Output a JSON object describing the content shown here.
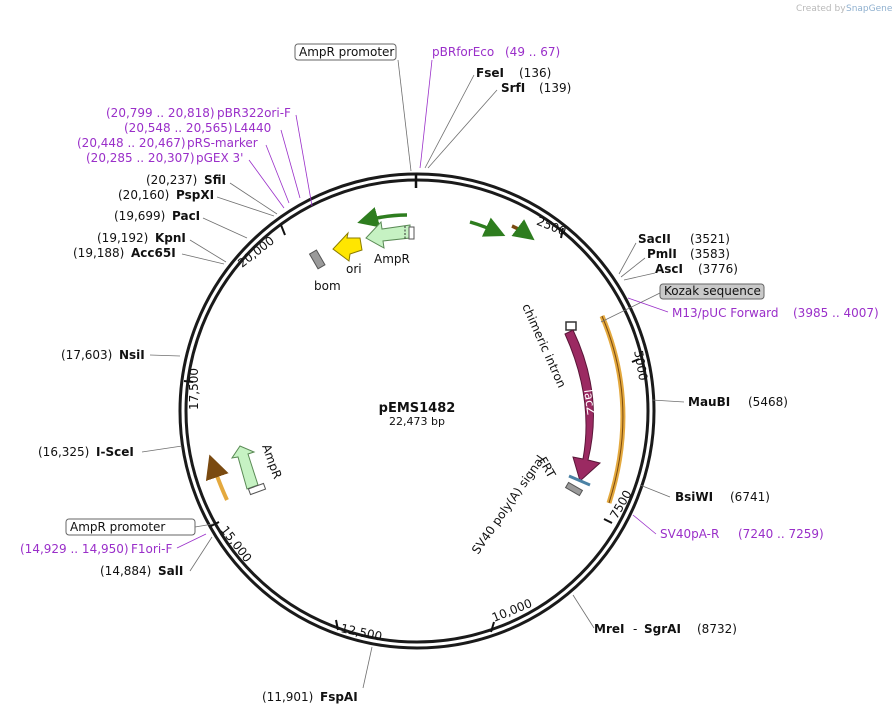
{
  "watermark": {
    "prefix": "Created by",
    "brand": "SnapGene"
  },
  "plasmid": {
    "name": "pEMS1482",
    "length": "22,473 bp"
  },
  "ticks": [
    "2500",
    "5000",
    "7500",
    "10,000",
    "12,500",
    "15,000",
    "17,500",
    "20,000"
  ],
  "sites": {
    "fsei": {
      "name": "FseI",
      "pos": "(136)"
    },
    "srfi": {
      "name": "SrfI",
      "pos": "(139)"
    },
    "sacii": {
      "name": "SacII",
      "pos": "(3521)"
    },
    "pmli": {
      "name": "PmlI",
      "pos": "(3583)"
    },
    "asci": {
      "name": "AscI",
      "pos": "(3776)"
    },
    "maubi": {
      "name": "MauBI",
      "pos": "(5468)"
    },
    "bsiwi": {
      "name": "BsiWI",
      "pos": "(6741)"
    },
    "mrei": {
      "name": "MreI",
      "sep": "-",
      "name2": "SgrAI",
      "pos": "(8732)"
    },
    "fspai": {
      "name": "FspAI",
      "pos": "(11,901)"
    },
    "sali": {
      "name": "SalI",
      "pos": "(14,884)"
    },
    "iscei": {
      "name": "I-SceI",
      "pos": "(16,325)"
    },
    "nsii": {
      "name": "NsiI",
      "pos": "(17,603)"
    },
    "acc65i": {
      "name": "Acc65I",
      "pos": "(19,188)"
    },
    "kpni": {
      "name": "KpnI",
      "pos": "(19,192)"
    },
    "paci": {
      "name": "PacI",
      "pos": "(19,699)"
    },
    "pspxi": {
      "name": "PspXI",
      "pos": "(20,160)"
    },
    "sfii": {
      "name": "SfiI",
      "pos": "(20,237)"
    }
  },
  "primers": {
    "pbrforeco": {
      "name": "pBRforEco",
      "pos": "(49 .. 67)"
    },
    "pbr322ori": {
      "name": "pBR322ori-F",
      "pos": "(20,799 .. 20,818)"
    },
    "l4440": {
      "name": "L4440",
      "pos": "(20,548 .. 20,565)"
    },
    "prsmarker": {
      "name": "pRS-marker",
      "pos": "(20,448 .. 20,467)"
    },
    "pgex3": {
      "name": "pGEX 3'",
      "pos": "(20,285 .. 20,307)"
    },
    "m13puc": {
      "name": "M13/pUC Forward",
      "pos": "(3985 .. 4007)"
    },
    "sv40par": {
      "name": "SV40pA-R",
      "pos": "(7240 .. 7259)"
    },
    "f1ori": {
      "name": "F1ori-F",
      "pos": "(14,929 .. 14,950)"
    }
  },
  "boxed": {
    "ampr_promoter_top": "AmpR promoter",
    "kozak": "Kozak sequence",
    "ampr_promoter_left": "AmpR promoter"
  },
  "features": {
    "bom": "bom",
    "ori": "ori",
    "ampr_top": "AmpR",
    "chimeric_intron": "chimeric intron",
    "lacz": "lacZ",
    "frt": "FRT",
    "sv40_polya": "SV40 poly(A) signal",
    "ampr_left": "AmpR"
  },
  "colors": {
    "backbone": "#1a1a1a",
    "primer": "#9a2fc9",
    "lacz": "#9b2a62",
    "ampr": "#c6f2c3",
    "ori": "#ffe600",
    "orf": "#f1a431",
    "bom": "#9a9a9a",
    "frt": "#4b82a5"
  }
}
